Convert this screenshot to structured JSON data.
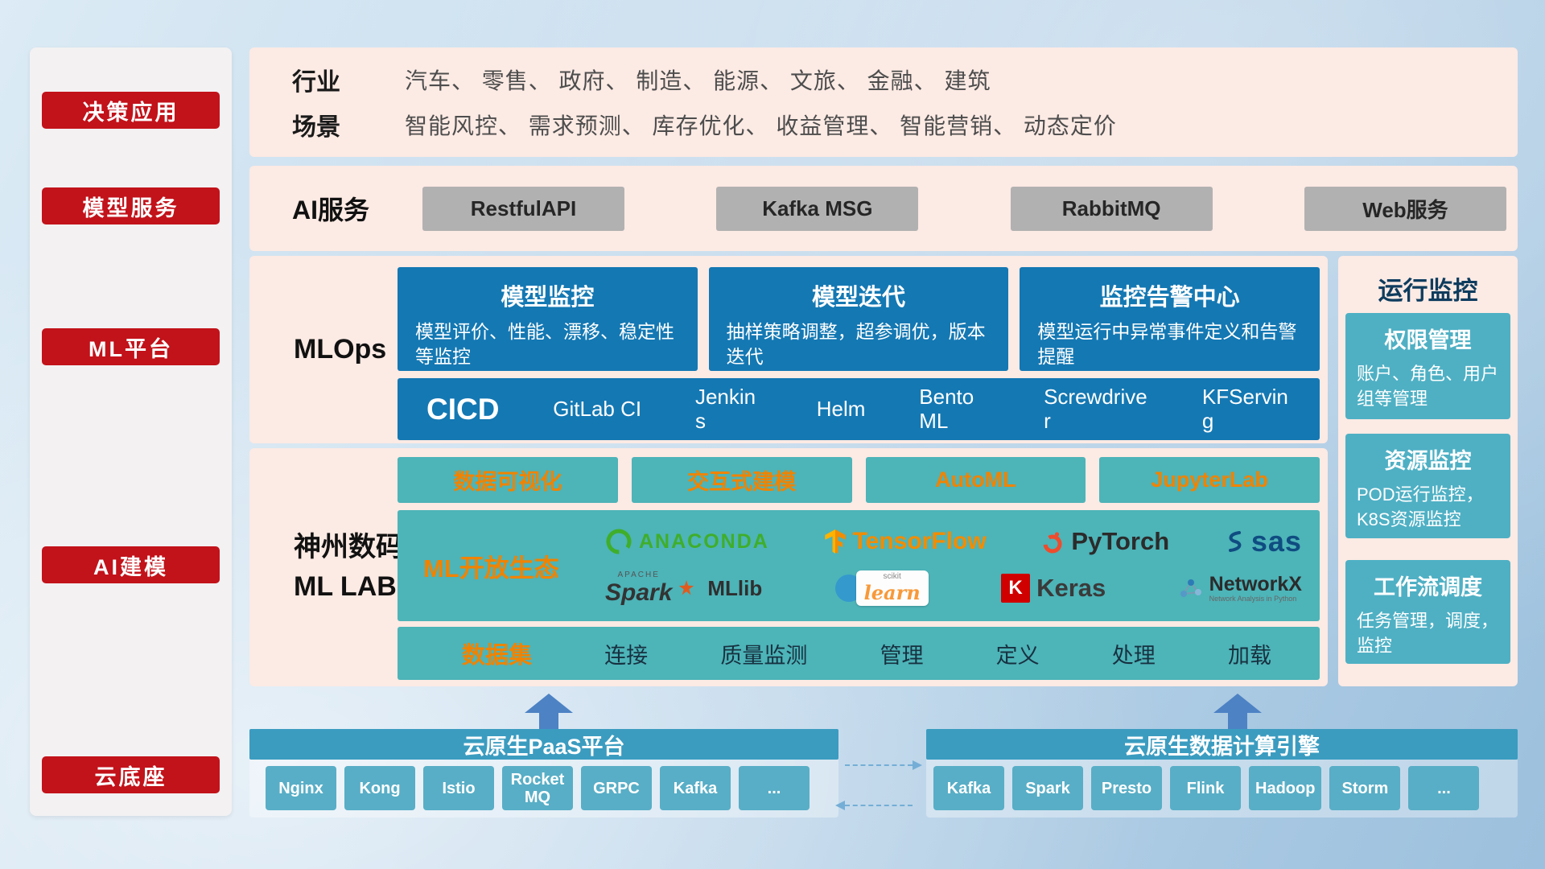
{
  "sidebar": {
    "items": [
      {
        "label": "决策应用"
      },
      {
        "label": "模型服务"
      },
      {
        "label": "ML平台"
      },
      {
        "label": "AI建模"
      },
      {
        "label": "云底座"
      }
    ]
  },
  "industry_row": {
    "rows": [
      {
        "label": "行业",
        "text": "汽车、 零售、 政府、 制造、 能源、 文旅、 金融、 建筑"
      },
      {
        "label": "场景",
        "text": "智能风控、 需求预测、 库存优化、 收益管理、 智能营销、 动态定价"
      }
    ]
  },
  "ai_service_row": {
    "label": "AI服务",
    "buttons": [
      "RestfulAPI",
      "Kafka MSG",
      "RabbitMQ",
      "Web服务"
    ]
  },
  "mlops_row": {
    "label": "MLOps",
    "cards": [
      {
        "title": "模型监控",
        "desc": "模型评价、性能、漂移、稳定性等监控"
      },
      {
        "title": "模型迭代",
        "desc": "抽样策略调整，超参调优，版本迭代"
      },
      {
        "title": "监控告警中心",
        "desc": "模型运行中异常事件定义和告警提醒"
      }
    ],
    "cicd": {
      "label": "CICD",
      "tools": [
        "GitLab CI",
        "Jenkins",
        "Helm",
        "BentoML",
        "Screwdriver",
        "KFServing"
      ]
    }
  },
  "mllab_row": {
    "label_line1": "神州数码",
    "label_line2": "ML LAB",
    "top_buttons": [
      "数据可视化",
      "交互式建模",
      "AutoML",
      "JupyterLab"
    ],
    "ecosystem_label": "ML开放生态",
    "dataset_label": "数据集",
    "dataset_items": [
      "连接",
      "质量监测",
      "管理",
      "定义",
      "处理",
      "加载"
    ]
  },
  "logos": {
    "anaconda": "ANACONDA",
    "tensorflow": "TensorFlow",
    "pytorch": "PyTorch",
    "sas": "sas",
    "spark_apache": "APACHE",
    "spark": "Spark",
    "mllib": "MLlib",
    "scikit_top": "scikit",
    "scikit": "learn",
    "keras_k": "K",
    "keras": "Keras",
    "networkx": "NetworkX",
    "networkx_sub": "Network Analysis in Python"
  },
  "monitor_col": {
    "title": "运行监控",
    "cards": [
      {
        "title": "权限管理",
        "desc": "账户、角色、用户组等管理"
      },
      {
        "title": "资源监控",
        "desc": "POD运行监控，K8S资源监控"
      },
      {
        "title": "工作流调度",
        "desc": "任务管理，调度，监控"
      }
    ]
  },
  "bottom": {
    "paas": {
      "title": "云原生PaaS平台",
      "buttons": [
        "Nginx",
        "Kong",
        "Istio",
        "RocketMQ",
        "GRPC",
        "Kafka",
        "..."
      ]
    },
    "engine": {
      "title": "云原生数据计算引擎",
      "buttons": [
        "Kafka",
        "Spark",
        "Presto",
        "Flink",
        "Hadoop",
        "Storm",
        "..."
      ]
    }
  },
  "colors": {
    "rail_red": "#c2121a",
    "panel_pink": "#fceae4",
    "blue": "#1478b3",
    "teal": "#4db4b8",
    "teal_right": "#4fb0c4",
    "orange_accent": "#f08300",
    "gray_button": "#b2b1b1",
    "bottom_header_teal": "#3b9cc0",
    "bottom_button_teal": "#58aec6",
    "arrow_blue": "#4d82c4"
  }
}
